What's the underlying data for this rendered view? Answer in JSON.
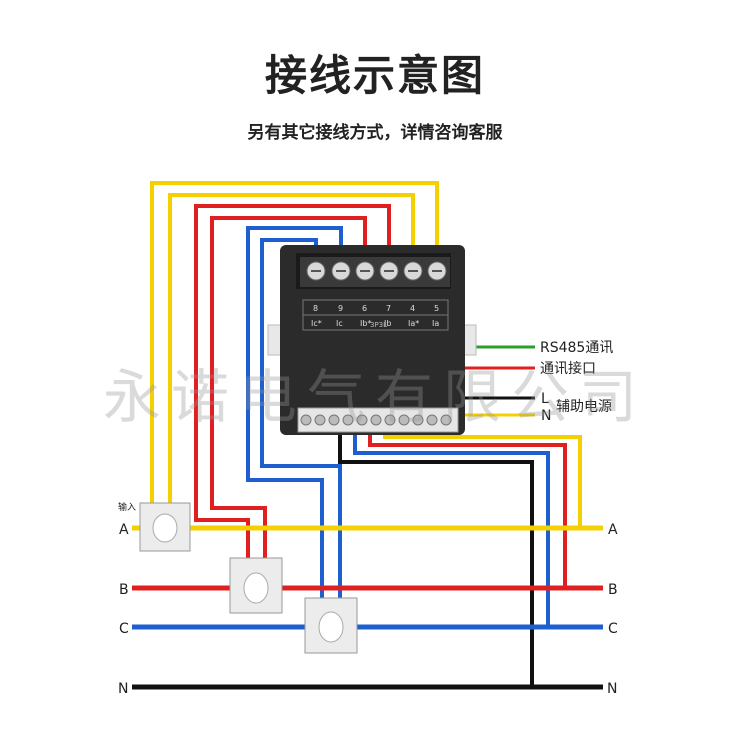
{
  "title": "接线示意图",
  "subtitle": "另有其它接线方式，详情咨询客服",
  "watermark": "永诺电气有限公司",
  "meter": {
    "terminal_numbers": [
      "8",
      "9",
      "6",
      "7",
      "4",
      "5"
    ],
    "terminal_labels": [
      "Ic*",
      "Ic",
      "Ib*",
      "Ib",
      "Ia*",
      "Ia"
    ],
    "model": "3P3L"
  },
  "right_labels": {
    "rs485": "RS485通讯",
    "comm_port": "通讯接口",
    "L": "L",
    "N": "N",
    "aux_power": "辅助电源"
  },
  "input_label": "输入",
  "phase_labels": [
    "A",
    "B",
    "C",
    "N"
  ],
  "colors": {
    "A": "#f5d000",
    "B": "#e02020",
    "C": "#1e5fd0",
    "N": "#111111",
    "comm_green": "#2aa02a"
  }
}
